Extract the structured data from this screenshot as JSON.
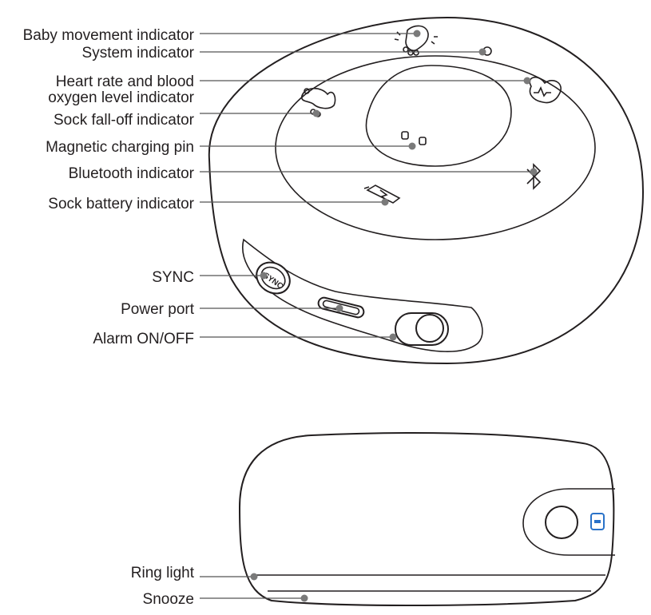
{
  "device_top": {
    "labels": [
      {
        "id": "baby-movement",
        "text": "Baby movement indicator"
      },
      {
        "id": "system",
        "text": "System indicator"
      },
      {
        "id": "heart-rate-line1",
        "text": "Heart rate and blood"
      },
      {
        "id": "heart-rate-line2",
        "text": "oxygen level indicator"
      },
      {
        "id": "sock-fall-off",
        "text": "Sock fall-off indicator"
      },
      {
        "id": "magnetic-pin",
        "text": "Magnetic charging pin"
      },
      {
        "id": "bluetooth",
        "text": "Bluetooth indicator"
      },
      {
        "id": "sock-battery",
        "text": "Sock battery indicator"
      },
      {
        "id": "sync",
        "text": "SYNC"
      },
      {
        "id": "power-port",
        "text": "Power port"
      },
      {
        "id": "alarm",
        "text": "Alarm ON/OFF"
      }
    ],
    "sync_button_text": "SYNC"
  },
  "device_side": {
    "labels": [
      {
        "id": "ring-light",
        "text": "Ring light"
      },
      {
        "id": "snooze",
        "text": "Snooze"
      }
    ]
  },
  "icons": [
    "footprint-icon",
    "circle-icon",
    "heart-icon",
    "baby-feet-icon",
    "charging-pins-icon",
    "bluetooth-icon",
    "battery-icon",
    "sync-button-icon",
    "usb-port-icon",
    "toggle-switch-icon",
    "power-button-icon",
    "led-indicator-icon"
  ]
}
